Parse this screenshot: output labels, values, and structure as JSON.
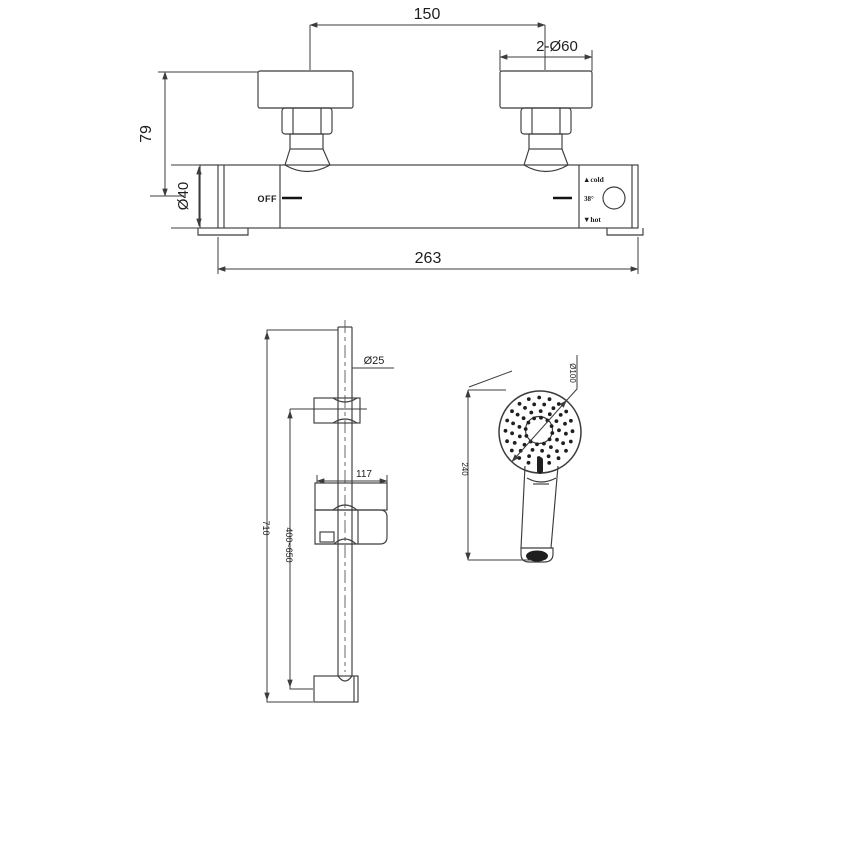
{
  "drawing_title": "thermostatic-shower-set-technical-drawing",
  "colors": {
    "line": "#3c3c3c",
    "text": "#1e1e1e",
    "background": "#ffffff",
    "fill_dark": "#1f1f1f"
  },
  "valve_view": {
    "dim_center_distance": "150",
    "dim_escutcheon": "2-Ø60",
    "dim_height": "79",
    "dim_body_diameter": "Ø40",
    "dim_total_width": "263",
    "off_label": "OFF",
    "cold_label": "▲cold",
    "temp_label": "38°",
    "hot_label": "▼hot"
  },
  "rail_view": {
    "dim_tube_diameter": "Ø25",
    "dim_slider_width": "117",
    "dim_total_length": "710",
    "dim_adjust_range": "400~650"
  },
  "handshower_view": {
    "dim_head_diameter": "Ø100",
    "dim_total_length": "240"
  }
}
